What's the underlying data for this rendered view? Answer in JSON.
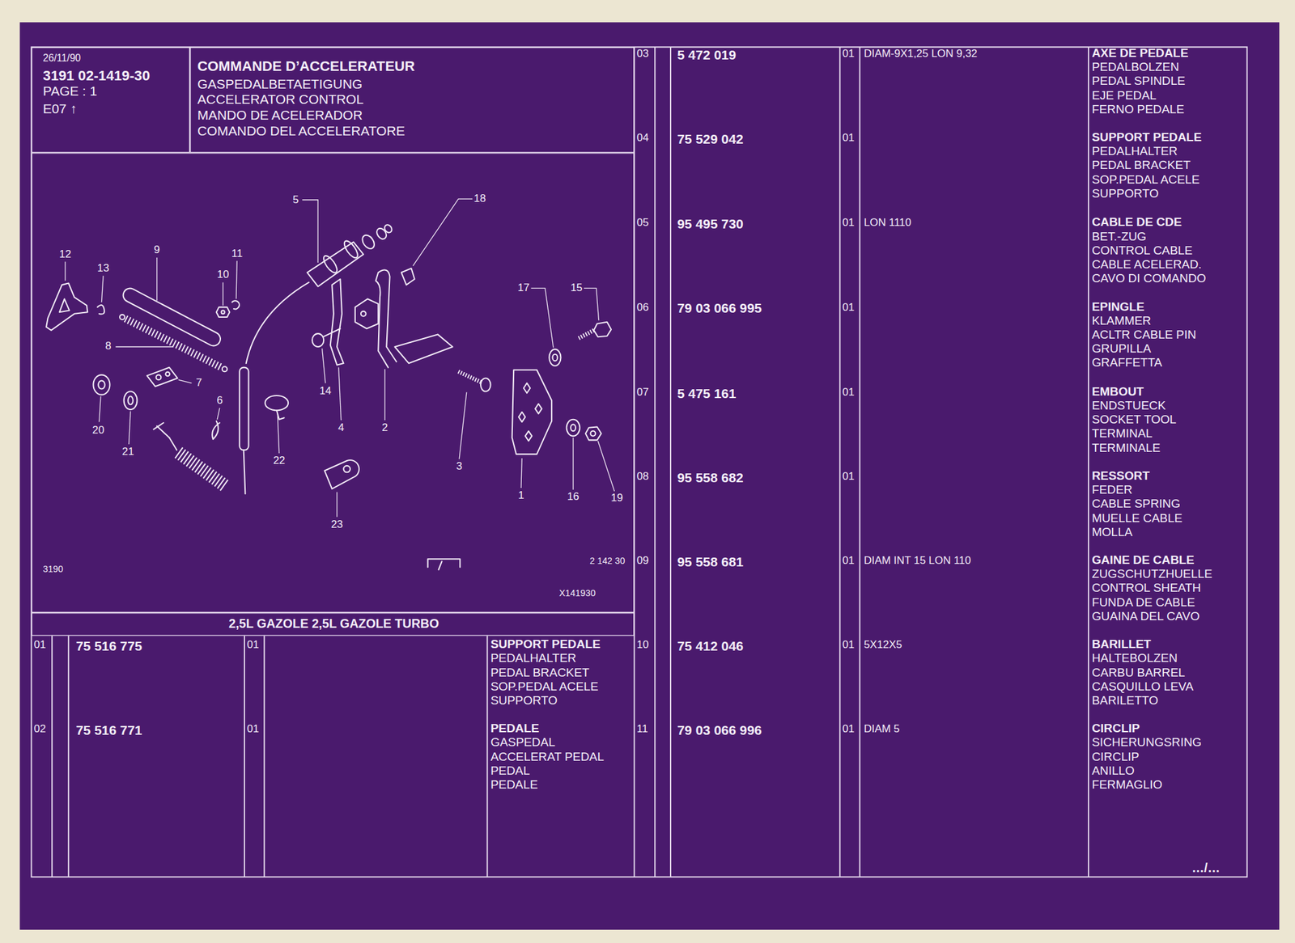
{
  "diagram": {
    "title": "COMMANDE D’ACCELERATEUR",
    "nodes": [
      {
        "text": [
          "26/11/90",
          "3191 02-1419-30",
          "PAGE : 1",
          "E07 ↑"
        ]
      },
      {
        "text": [
          "GASPEDALBETAETIGUNG",
          "ACCELERATOR CONTROL",
          "MANDO DE ACELERADOR",
          "COMANDO DEL ACCELERATORE"
        ]
      },
      {
        "text": [
          "3190",
          "2 142 30",
          "X141930"
        ]
      },
      {
        "text": [
          "2,5L GAZOLE 2,5L GAZOLE TURBO"
        ]
      }
    ],
    "labels": [
      "5",
      "18",
      "12",
      "9",
      "11",
      "13",
      "10",
      "17",
      "15",
      "8",
      "7",
      "14",
      "6",
      "20",
      "4",
      "2",
      "21",
      "22",
      "3",
      "1",
      "16",
      "19",
      "23",
      "01",
      "75 516 775",
      "01",
      "SUPPORT PEDALE",
      "PEDALHALTER",
      "PEDAL BRACKET",
      "SOP.PEDAL ACELE",
      "SUPPORTO",
      "02",
      "75 516 771",
      "01",
      "PEDALE",
      "GASPEDAL",
      "ACCELERAT PEDAL",
      "PEDAL",
      "PEDALE",
      "03",
      "5 472 019",
      "01",
      "DIAM-9X1,25 LON 9,32",
      "AXE DE PEDALE",
      "PEDALBOLZEN",
      "PEDAL SPINDLE",
      "EJE PEDAL",
      "FERNO PEDALE",
      "04",
      "75 529 042",
      "01",
      "SUPPORT PEDALE",
      "PEDALHALTER",
      "PEDAL BRACKET",
      "SOP.PEDAL ACELE",
      "SUPPORTO",
      "05",
      "95 495 730",
      "01",
      "LON 1110",
      "CABLE DE CDE",
      "BET.-ZUG",
      "CONTROL CABLE",
      "CABLE ACELERAD.",
      "CAVO DI COMANDO",
      "06",
      "79 03 066 995",
      "01",
      "EPINGLE",
      "KLAMMER",
      "ACLTR CABLE PIN",
      "GRUPILLA",
      "GRAFFETTA",
      "07",
      "5 475 161",
      "01",
      "EMBOUT",
      "ENDSTUECK",
      "SOCKET TOOL",
      "TERMINAL",
      "TERMINALE",
      "08",
      "95 558 682",
      "01",
      "RESSORT",
      "FEDER",
      "CABLE SPRING",
      "MUELLE CABLE",
      "MOLLA",
      "09",
      "95 558 681",
      "01",
      "DIAM INT 15 LON 110",
      "GAINE DE CABLE",
      "ZUGSCHUTZHUELLE",
      "CONTROL SHEATH",
      "FUNDA DE CABLE",
      "GUAINA DEL CAVO",
      "10",
      "75 412 046",
      "01",
      "5X12X5",
      "BARILLET",
      "HALTEBOLZEN",
      "CARBU BARREL",
      "CASQUILLO LEVA",
      "BARILETTO",
      "11",
      "79 03 066 996",
      "01",
      "DIAM 5",
      "CIRCLIP",
      "SICHERUNGSRING",
      "CIRCLIP",
      "ANILLO",
      "FERMAGLIO",
      "…/…"
    ]
  }
}
